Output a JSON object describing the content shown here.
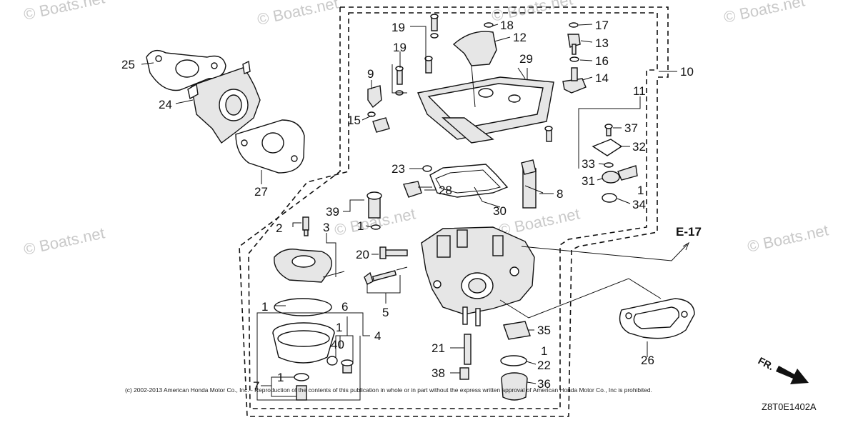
{
  "watermark": "© Boats.net",
  "copyright": "(c) 2002-2013 American Honda Motor Co., Inc. - Reproduction of the contents of this publication in whole or in part without the express written approval of American Honda Motor Co., Inc is prohibited.",
  "diagram_code": "Z8T0E1402A",
  "cross_reference": "E-17",
  "direction_label": "FR.",
  "callouts": {
    "c1": "1",
    "c2": "2",
    "c3": "3",
    "c4": "4",
    "c5": "5",
    "c6": "6",
    "c7": "7",
    "c8": "8",
    "c9": "9",
    "c10": "10",
    "c11": "11",
    "c12": "12",
    "c13": "13",
    "c14": "14",
    "c15": "15",
    "c16": "16",
    "c17": "17",
    "c18": "18",
    "c19": "19",
    "c20": "20",
    "c21": "21",
    "c22": "22",
    "c23": "23",
    "c24": "24",
    "c25": "25",
    "c26": "26",
    "c27": "27",
    "c28": "28",
    "c29": "29",
    "c30": "30",
    "c31": "31",
    "c32": "32",
    "c33": "33",
    "c34": "34",
    "c35": "35",
    "c36": "36",
    "c37": "37",
    "c38": "38",
    "c39": "39",
    "c40": "40"
  }
}
